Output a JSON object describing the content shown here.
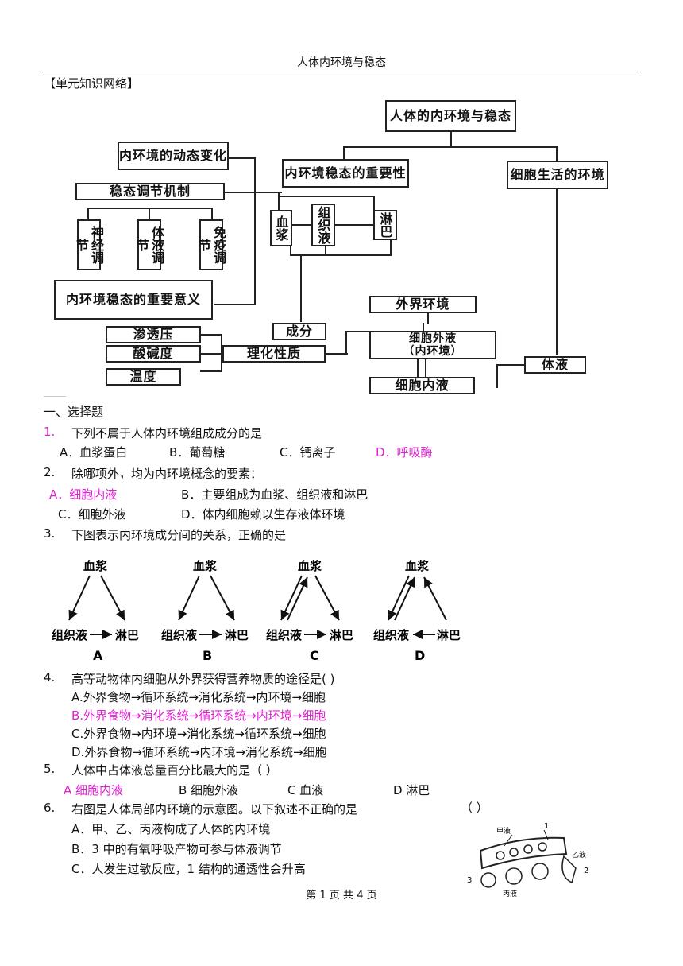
{
  "header": {
    "title": "人体内环境与稳态"
  },
  "unit_title": "【单元知识网络】",
  "diagram": {
    "root": "人体的内环境与稳态",
    "dynamic_change": "内环境的动态变化",
    "regulation": "稳态调节机制",
    "nerve": "神经调节",
    "humoral": "体液调节",
    "immune": "免疫调节",
    "significance": "内环境稳态的重要意义",
    "importance": "内环境稳态的重要性",
    "cell_env": "细胞生活的环境",
    "plasma": "血浆",
    "tissue_fluid": "组织液",
    "lymph": "淋巴",
    "external": "外界环境",
    "extracellular": "细胞外液",
    "extracellular_sub": "（内环境）",
    "intracellular": "细胞内液",
    "component": "成分",
    "physchem": "理化性质",
    "osmotic": "渗透压",
    "ph": "酸碱度",
    "temperature": "温度",
    "body_fluid": "体液"
  },
  "section": "一、选择题",
  "q1": {
    "num": "1.",
    "stem": "下列不属于人体内环境组成成分的是",
    "a": "A．血浆蛋白",
    "b": "B．葡萄糖",
    "c": "C．钙离子",
    "d": "D．呼吸酶"
  },
  "q2": {
    "num": "2.",
    "stem": "除哪项外，均为内环境概念的要素：",
    "a": "A．细胞内液",
    "b": "B．主要组成为血浆、组织液和淋巴",
    "c": "C．细胞外液",
    "d": "D．体内细胞赖以生存液体环境"
  },
  "q3": {
    "num": "3.",
    "stem": "下图表示内环境成分间的关系，正确的是",
    "labels": {
      "top": "血浆",
      "left": "组织液",
      "right": "淋巴"
    },
    "options": [
      "A",
      "B",
      "C",
      "D"
    ]
  },
  "q4": {
    "num": "4.",
    "stem": "高等动物体内细胞从外界获得营养物质的途径是(    )",
    "a": "A.外界食物→循环系统→消化系统→内环境→细胞",
    "b": "B.外界食物→消化系统→循环系统→内环境→细胞",
    "c": "C.外界食物→内环境→消化系统→循环系统→细胞",
    "d": "D.外界食物→循环系统→内环境→消化系统→细胞"
  },
  "q5": {
    "num": "5.",
    "stem": "人体中占体液总量百分比最大的是（    ）",
    "a": "A 细胞内液",
    "b": "B  细胞外液",
    "c": "C  血液",
    "d": "D  淋巴"
  },
  "q6": {
    "num": "6.",
    "stem": "右图是人体局部内环境的示意图。以下叙述不正确的是",
    "paren": "（      ）",
    "a": "A．甲、乙、丙液构成了人体的内环境",
    "b": "B．3 中的有氧呼吸产物可参与体液调节",
    "c": "C．人发生过敏反应，1 结构的通透性会升高",
    "fig": {
      "jia": "甲液",
      "yi": "乙液",
      "bing": "丙液",
      "n1": "1",
      "n2": "2",
      "n3": "3"
    }
  },
  "footer": "第  1  页  共  4  页"
}
